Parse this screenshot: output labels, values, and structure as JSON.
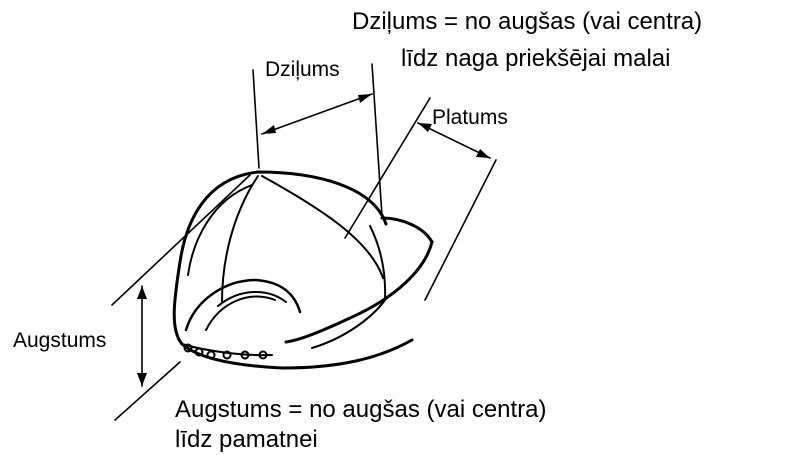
{
  "labels": {
    "depth": "Dziļums",
    "width": "Platums",
    "height": "Augstums"
  },
  "notes": {
    "depth_line1": "Dziļums = no augšas (vai centra)",
    "depth_line2": "līdz naga priekšējai malai",
    "height_line1": "Augstums = no augšas (vai centra)",
    "height_line2": "līdz pamatnei"
  },
  "colors": {
    "line": "#000000",
    "background": "#ffffff"
  }
}
